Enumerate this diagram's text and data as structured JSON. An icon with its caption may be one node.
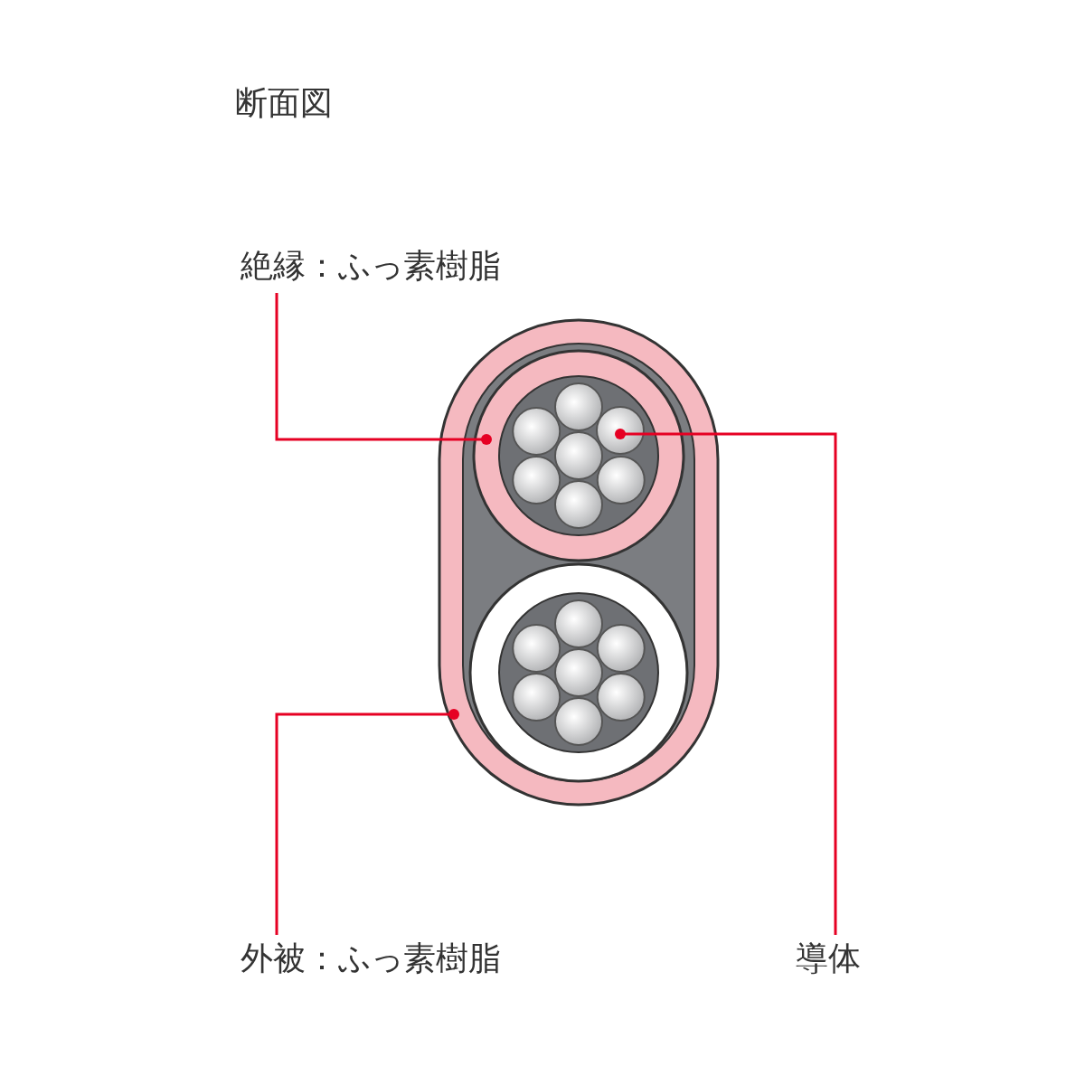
{
  "diagram": {
    "title": "断面図",
    "nodes": [
      {
        "text": [
          "絶縁：ふっ素樹脂"
        ]
      },
      {
        "text": [
          "導体"
        ]
      },
      {
        "text": [
          "外被：ふっ素樹脂"
        ]
      },
      {
        "text": [],
        "shape": "box"
      },
      {
        "text": [],
        "shape": "circle",
        "in": 3
      },
      {
        "text": [],
        "shape": "circle",
        "in": 4
      }
    ],
    "edges": [
      {
        "from": 0,
        "to": 4,
        "arrow": "other"
      },
      {
        "from": 1,
        "to": 5,
        "arrow": "other"
      },
      {
        "from": 2,
        "to": 3,
        "arrow": "other"
      }
    ]
  }
}
